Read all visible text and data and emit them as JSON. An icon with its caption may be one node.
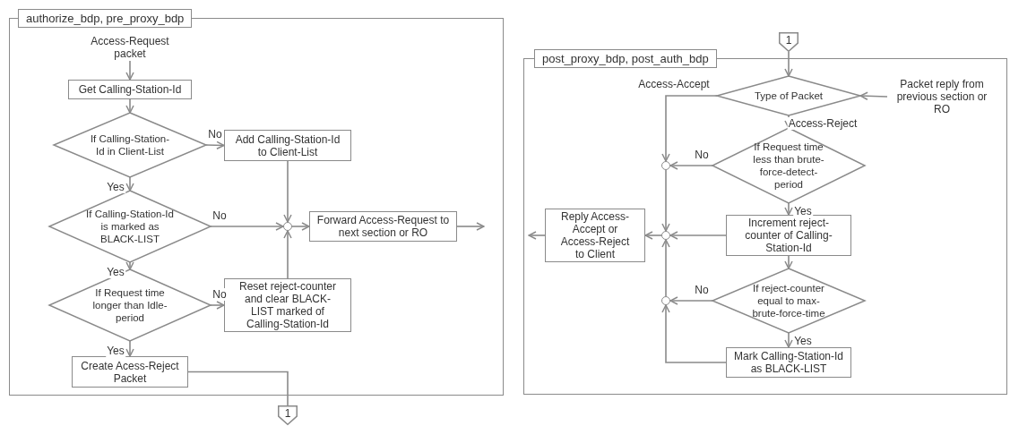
{
  "diagram": {
    "nodes": [
      {
        "text": [
          "authorize_bdp, pre_proxy_bdp"
        ]
      },
      {
        "text": [
          "Access-Request packet"
        ],
        "in": 0
      },
      {
        "text": [
          "Get Calling-Station-Id"
        ],
        "in": 0
      },
      {
        "text": [
          "If Calling-Station-Id in Client-List"
        ],
        "in": 0
      },
      {
        "text": [
          "Add Calling-Station-Id to Client-List"
        ],
        "in": 0
      },
      {
        "text": [
          "If Calling-Station-Id is marked as BLACK-LIST"
        ],
        "in": 0
      },
      {
        "text": [],
        "shape": "circle",
        "in": 0
      },
      {
        "text": [
          "Forward Access-Request to next section or RO"
        ],
        "in": 0
      },
      {
        "text": [
          "If Request time longer than Idle-period"
        ],
        "in": 0
      },
      {
        "text": [
          "Reset reject-counter and clear BLACK-LIST marked of Calling-Station-Id"
        ],
        "in": 0
      },
      {
        "text": [
          "Create Acess-Reject Packet"
        ],
        "in": 0
      },
      {
        "text": [
          "1"
        ]
      },
      {
        "text": [
          "post_proxy_bdp, post_auth_bdp"
        ]
      },
      {
        "text": [
          "1"
        ]
      },
      {
        "text": [
          "Type of Packet"
        ],
        "in": 12
      },
      {
        "text": [
          "Packet reply from previous section or RO"
        ],
        "in": 12
      },
      {
        "text": [
          "If Request time less than brute-force-detect-period"
        ],
        "in": 12
      },
      {
        "text": [],
        "shape": "circle",
        "in": 12
      },
      {
        "text": [
          "Increment reject-counter of Calling-Station-Id"
        ],
        "in": 12
      },
      {
        "text": [],
        "shape": "circle",
        "in": 12
      },
      {
        "text": [
          "Reply Access-Accept or Access-Reject to Client"
        ],
        "in": 12
      },
      {
        "text": [
          "If reject-counter equal to max-brute-force-time"
        ],
        "in": 12
      },
      {
        "text": [],
        "shape": "circle",
        "in": 12
      },
      {
        "text": [
          "Mark Calling-Station-Id as BLACK-LIST"
        ],
        "in": 12
      }
    ],
    "edges": [
      {
        "from": 1,
        "to": 2,
        "arrow": "to"
      },
      {
        "from": 2,
        "to": 3,
        "arrow": "to"
      },
      {
        "from": 3,
        "to": 4,
        "arrow": "to",
        "label": "No"
      },
      {
        "from": 3,
        "to": 5,
        "arrow": "to",
        "label": "Yes"
      },
      {
        "from": 4,
        "to": 6,
        "arrow": "to"
      },
      {
        "from": 5,
        "to": 6,
        "arrow": "to",
        "label": "No"
      },
      {
        "from": 9,
        "to": 6,
        "arrow": "to"
      },
      {
        "from": 6,
        "to": 7,
        "arrow": "to"
      },
      {
        "from": 7,
        "to": null,
        "arrow": "to"
      },
      {
        "from": 5,
        "to": 8,
        "arrow": "to",
        "label": "Yes"
      },
      {
        "from": 8,
        "to": 9,
        "arrow": "to",
        "label": "No"
      },
      {
        "from": 8,
        "to": 10,
        "arrow": "to",
        "label": "Yes"
      },
      {
        "from": 10,
        "to": 11,
        "arrow": "none"
      },
      {
        "from": 13,
        "to": 14,
        "arrow": "to"
      },
      {
        "from": 15,
        "to": 14,
        "arrow": "to"
      },
      {
        "from": 14,
        "to": 17,
        "arrow": "to",
        "label": "Access-Accept"
      },
      {
        "from": 14,
        "to": 16,
        "arrow": "to",
        "label": "Access-Reject"
      },
      {
        "from": 16,
        "to": 17,
        "arrow": "to",
        "label": "No"
      },
      {
        "from": 17,
        "to": 19,
        "arrow": "to"
      },
      {
        "from": 16,
        "to": 18,
        "arrow": "to",
        "label": "Yes"
      },
      {
        "from": 18,
        "to": 19,
        "arrow": "to"
      },
      {
        "from": 19,
        "to": 20,
        "arrow": "to"
      },
      {
        "from": 20,
        "to": null,
        "arrow": "to"
      },
      {
        "from": 18,
        "to": 21,
        "arrow": "to"
      },
      {
        "from": 21,
        "to": 22,
        "arrow": "to",
        "label": "No"
      },
      {
        "from": 22,
        "to": 19,
        "arrow": "to"
      },
      {
        "from": 21,
        "to": 23,
        "arrow": "to",
        "label": "Yes"
      },
      {
        "from": 23,
        "to": 22,
        "arrow": "to"
      }
    ]
  }
}
